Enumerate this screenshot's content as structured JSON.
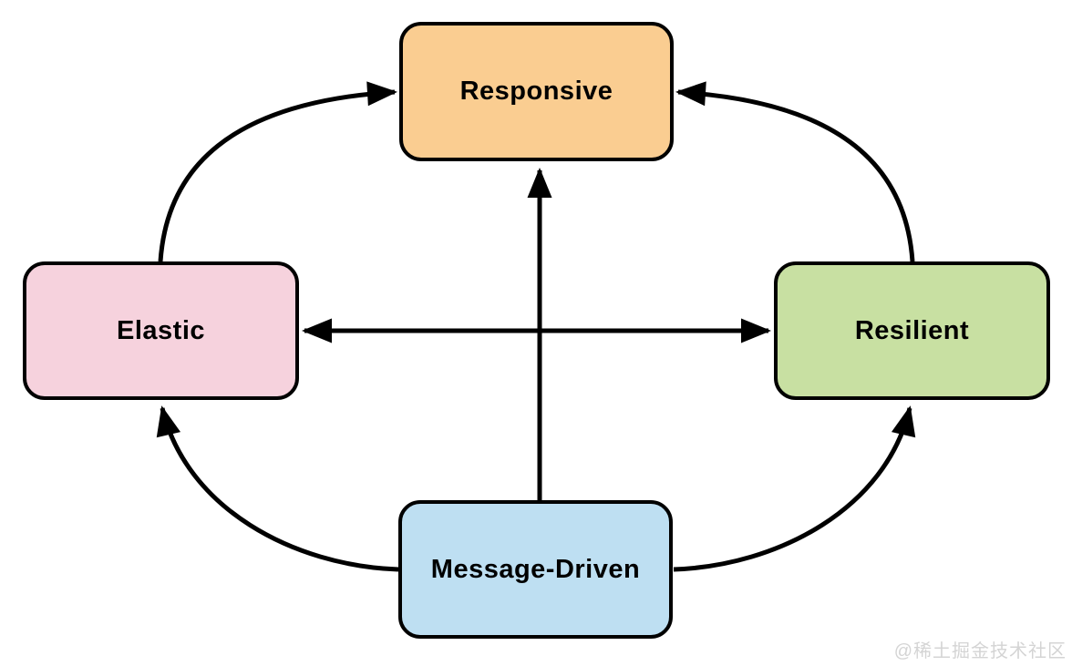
{
  "diagram": {
    "type": "flow-diagram",
    "background": "#ffffff",
    "stroke_color": "#000000",
    "nodes": {
      "responsive": {
        "label": "Responsive",
        "fill": "#FACD91",
        "position": "top-center"
      },
      "elastic": {
        "label": "Elastic",
        "fill": "#F6D2DD",
        "position": "middle-left"
      },
      "resilient": {
        "label": "Resilient",
        "fill": "#C8E0A2",
        "position": "middle-right"
      },
      "message_driven": {
        "label": "Message-Driven",
        "fill": "#BEDFF2",
        "position": "bottom-center"
      }
    },
    "edges": [
      {
        "from": "elastic",
        "to": "responsive",
        "style": "curved",
        "arrowhead": "at-responsive"
      },
      {
        "from": "resilient",
        "to": "responsive",
        "style": "curved",
        "arrowhead": "at-responsive"
      },
      {
        "from": "message_driven",
        "to": "responsive",
        "style": "straight-vertical",
        "arrowhead": "at-responsive"
      },
      {
        "from": "elastic",
        "to": "resilient",
        "style": "straight-horizontal",
        "arrowhead": "both-ends"
      },
      {
        "from": "message_driven",
        "to": "elastic",
        "style": "curved",
        "arrowhead": "at-elastic"
      },
      {
        "from": "message_driven",
        "to": "resilient",
        "style": "curved",
        "arrowhead": "at-resilient"
      }
    ]
  },
  "watermark": {
    "text": "@稀土掘金技术社区",
    "color": "#d4d4d4"
  }
}
